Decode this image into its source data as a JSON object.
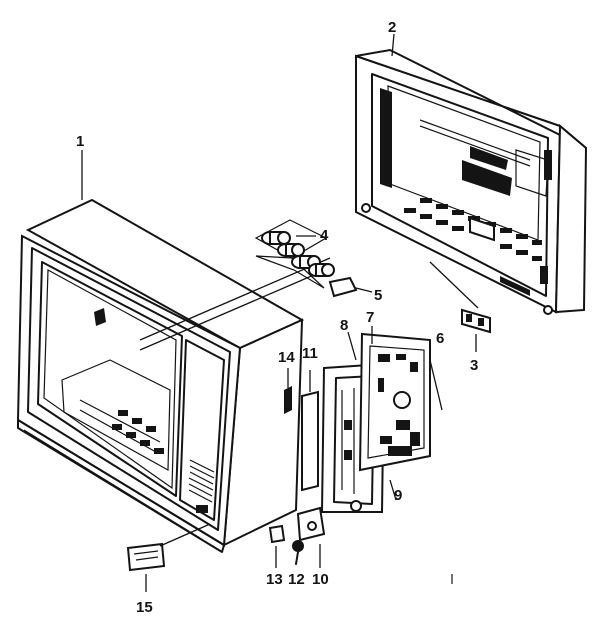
{
  "diagram": {
    "part_numbers": [
      {
        "id": "1",
        "label": "1"
      },
      {
        "id": "2",
        "label": "2"
      },
      {
        "id": "3",
        "label": "3"
      },
      {
        "id": "4",
        "label": "4"
      },
      {
        "id": "5",
        "label": "5"
      },
      {
        "id": "6",
        "label": "6"
      },
      {
        "id": "7",
        "label": "7"
      },
      {
        "id": "8",
        "label": "8"
      },
      {
        "id": "9",
        "label": "9"
      },
      {
        "id": "10",
        "label": "10"
      },
      {
        "id": "11",
        "label": "11"
      },
      {
        "id": "12",
        "label": "12"
      },
      {
        "id": "13",
        "label": "13"
      },
      {
        "id": "14",
        "label": "14"
      },
      {
        "id": "15",
        "label": "15"
      }
    ],
    "colors": {
      "ink": "#141414",
      "paper": "#ffffff"
    }
  }
}
